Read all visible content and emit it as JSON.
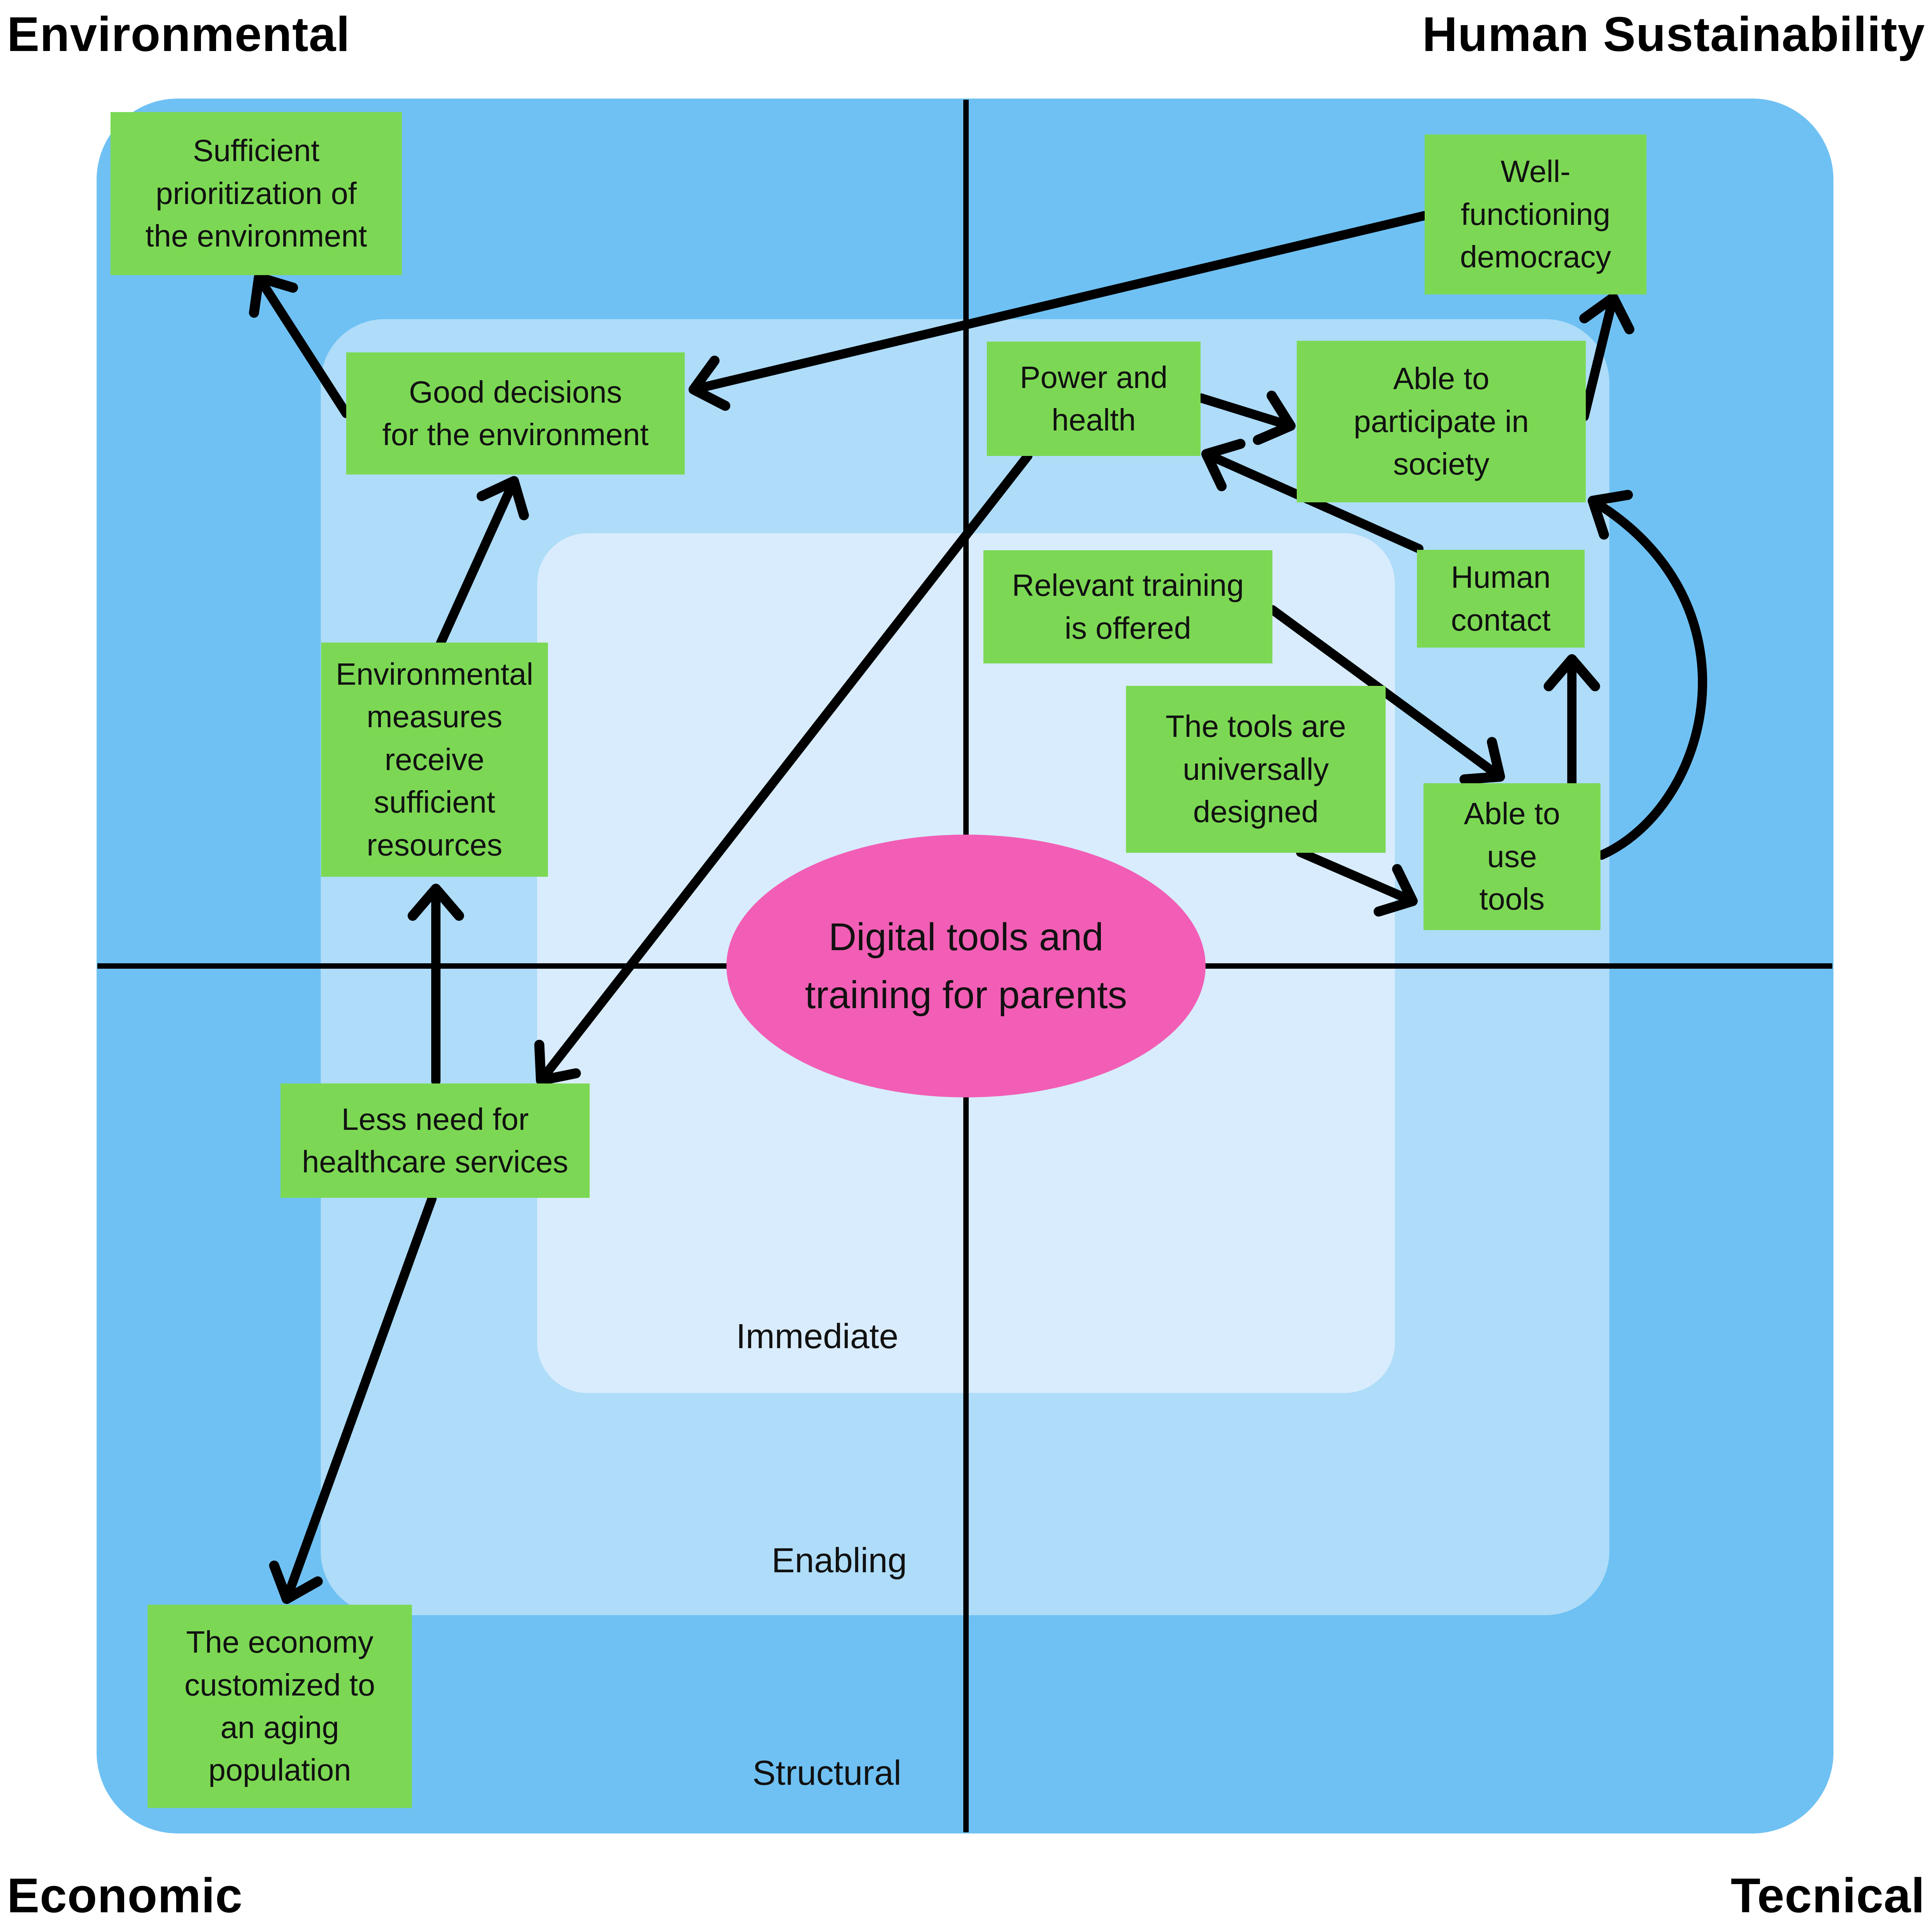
{
  "colors": {
    "page-bg": "#ffffff",
    "ring-structural": "#6fc1f3",
    "ring-enabling": "#aedcf9",
    "ring-immediate": "#d8ecfd",
    "node-green": "#7cd854",
    "center-pink": "#f25eb5",
    "line": "#000000",
    "text": "#111111"
  },
  "corners": {
    "top_left": "Environmental",
    "top_right": "Human Sustainability",
    "bottom_left": "Economic",
    "bottom_right": "Tecnical"
  },
  "rings": [
    {
      "id": "immediate",
      "label": "Immediate"
    },
    {
      "id": "enabling",
      "label": "Enabling"
    },
    {
      "id": "structural",
      "label": "Structural"
    }
  ],
  "center": {
    "label": "Digital tools and\ntraining for parents"
  },
  "nodes": [
    {
      "id": "sufficient-prioritization",
      "label": "Sufficient\nprioritization of\nthe environment"
    },
    {
      "id": "well-functioning-democracy",
      "label": "Well-\nfunctioning\ndemocracy"
    },
    {
      "id": "good-decisions-environment",
      "label": "Good decisions\nfor the environment"
    },
    {
      "id": "power-and-health",
      "label": "Power and\nhealth"
    },
    {
      "id": "able-to-participate",
      "label": "Able to\nparticipate in\nsociety"
    },
    {
      "id": "relevant-training",
      "label": "Relevant training\nis offered"
    },
    {
      "id": "human-contact",
      "label": "Human\ncontact"
    },
    {
      "id": "environmental-measures",
      "label": "Environmental\nmeasures\nreceive\nsufficient\nresources"
    },
    {
      "id": "tools-universally-designed",
      "label": "The tools are\nuniversally\ndesigned"
    },
    {
      "id": "able-to-use-tools",
      "label": "Able to\nuse\ntools"
    },
    {
      "id": "less-need-healthcare",
      "label": "Less need for\nhealthcare services"
    },
    {
      "id": "economy-aging-population",
      "label": "The economy\ncustomized to\nan aging\npopulation"
    }
  ],
  "edges": [
    {
      "from": "good-decisions-environment",
      "to": "sufficient-prioritization"
    },
    {
      "from": "well-functioning-democracy",
      "to": "good-decisions-environment"
    },
    {
      "from": "environmental-measures",
      "to": "good-decisions-environment"
    },
    {
      "from": "less-need-healthcare",
      "to": "environmental-measures"
    },
    {
      "from": "less-need-healthcare",
      "to": "economy-aging-population"
    },
    {
      "from": "power-and-health",
      "to": "less-need-healthcare"
    },
    {
      "from": "power-and-health",
      "to": "able-to-participate"
    },
    {
      "from": "human-contact",
      "to": "power-and-health"
    },
    {
      "from": "able-to-participate",
      "to": "well-functioning-democracy"
    },
    {
      "from": "relevant-training",
      "to": "able-to-use-tools"
    },
    {
      "from": "tools-universally-designed",
      "to": "able-to-use-tools"
    },
    {
      "from": "able-to-use-tools",
      "to": "human-contact"
    },
    {
      "from": "able-to-use-tools",
      "to": "able-to-participate"
    }
  ]
}
